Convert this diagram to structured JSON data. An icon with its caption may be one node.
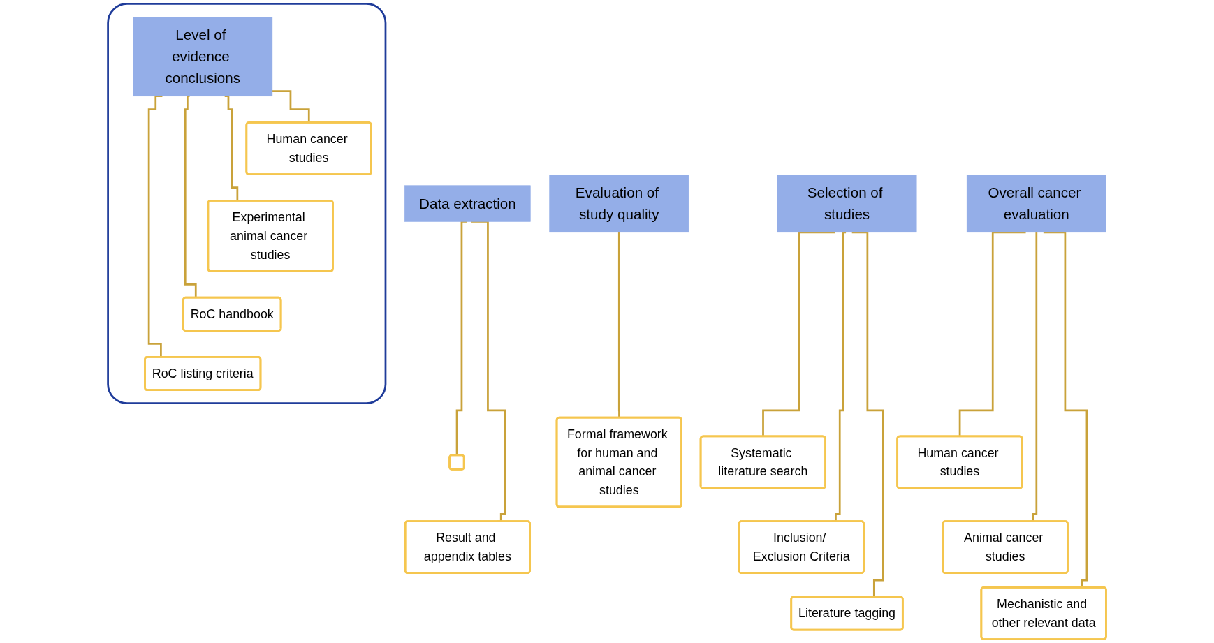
{
  "diagram": {
    "nodes": [
      {
        "text": [
          "Selection of studies"
        ]
      },
      {
        "text": [
          "Systematic literature search"
        ]
      },
      {
        "text": [
          "Inclusion/ Exclusion Criteria"
        ]
      },
      {
        "text": [
          "Literature tagging"
        ]
      },
      {
        "text": [
          "Data extraction"
        ]
      },
      {
        "text": [],
        "shape": "box"
      },
      {
        "text": [
          "Result and appendix tables"
        ]
      },
      {
        "text": [
          "Evaluation of study quality"
        ]
      },
      {
        "text": [
          "Formal framework for human and animal cancer studies"
        ]
      },
      {
        "text": [],
        "shape": "box"
      },
      {
        "text": [
          "Level of evidence conclusions"
        ],
        "in": 9
      },
      {
        "text": [
          "Human cancer studies"
        ],
        "in": 9
      },
      {
        "text": [
          "Experimental animal cancer studies"
        ],
        "in": 9
      },
      {
        "text": [
          "RoC handbook"
        ],
        "in": 9
      },
      {
        "text": [
          "RoC listing criteria"
        ],
        "in": 9
      },
      {
        "text": [
          "Overall cancer evaluation"
        ]
      },
      {
        "text": [
          "Human cancer studies"
        ]
      },
      {
        "text": [
          "Animal cancer studies"
        ]
      },
      {
        "text": [
          "Mechanistic and other relevant data"
        ]
      }
    ],
    "edges": [
      {
        "from": 0,
        "to": 1,
        "arrow": "none"
      },
      {
        "from": 0,
        "to": 2,
        "arrow": "none"
      },
      {
        "from": 0,
        "to": 3,
        "arrow": "none"
      },
      {
        "from": 4,
        "to": 5,
        "arrow": "none"
      },
      {
        "from": 4,
        "to": 6,
        "arrow": "none"
      },
      {
        "from": 7,
        "to": 8,
        "arrow": "none"
      },
      {
        "from": 10,
        "to": 11,
        "arrow": "none"
      },
      {
        "from": 10,
        "to": 12,
        "arrow": "none"
      },
      {
        "from": 10,
        "to": 13,
        "arrow": "none"
      },
      {
        "from": 10,
        "to": 14,
        "arrow": "none"
      },
      {
        "from": 15,
        "to": 16,
        "arrow": "none"
      },
      {
        "from": 15,
        "to": 17,
        "arrow": "none"
      },
      {
        "from": 15,
        "to": 18,
        "arrow": "none"
      }
    ]
  }
}
